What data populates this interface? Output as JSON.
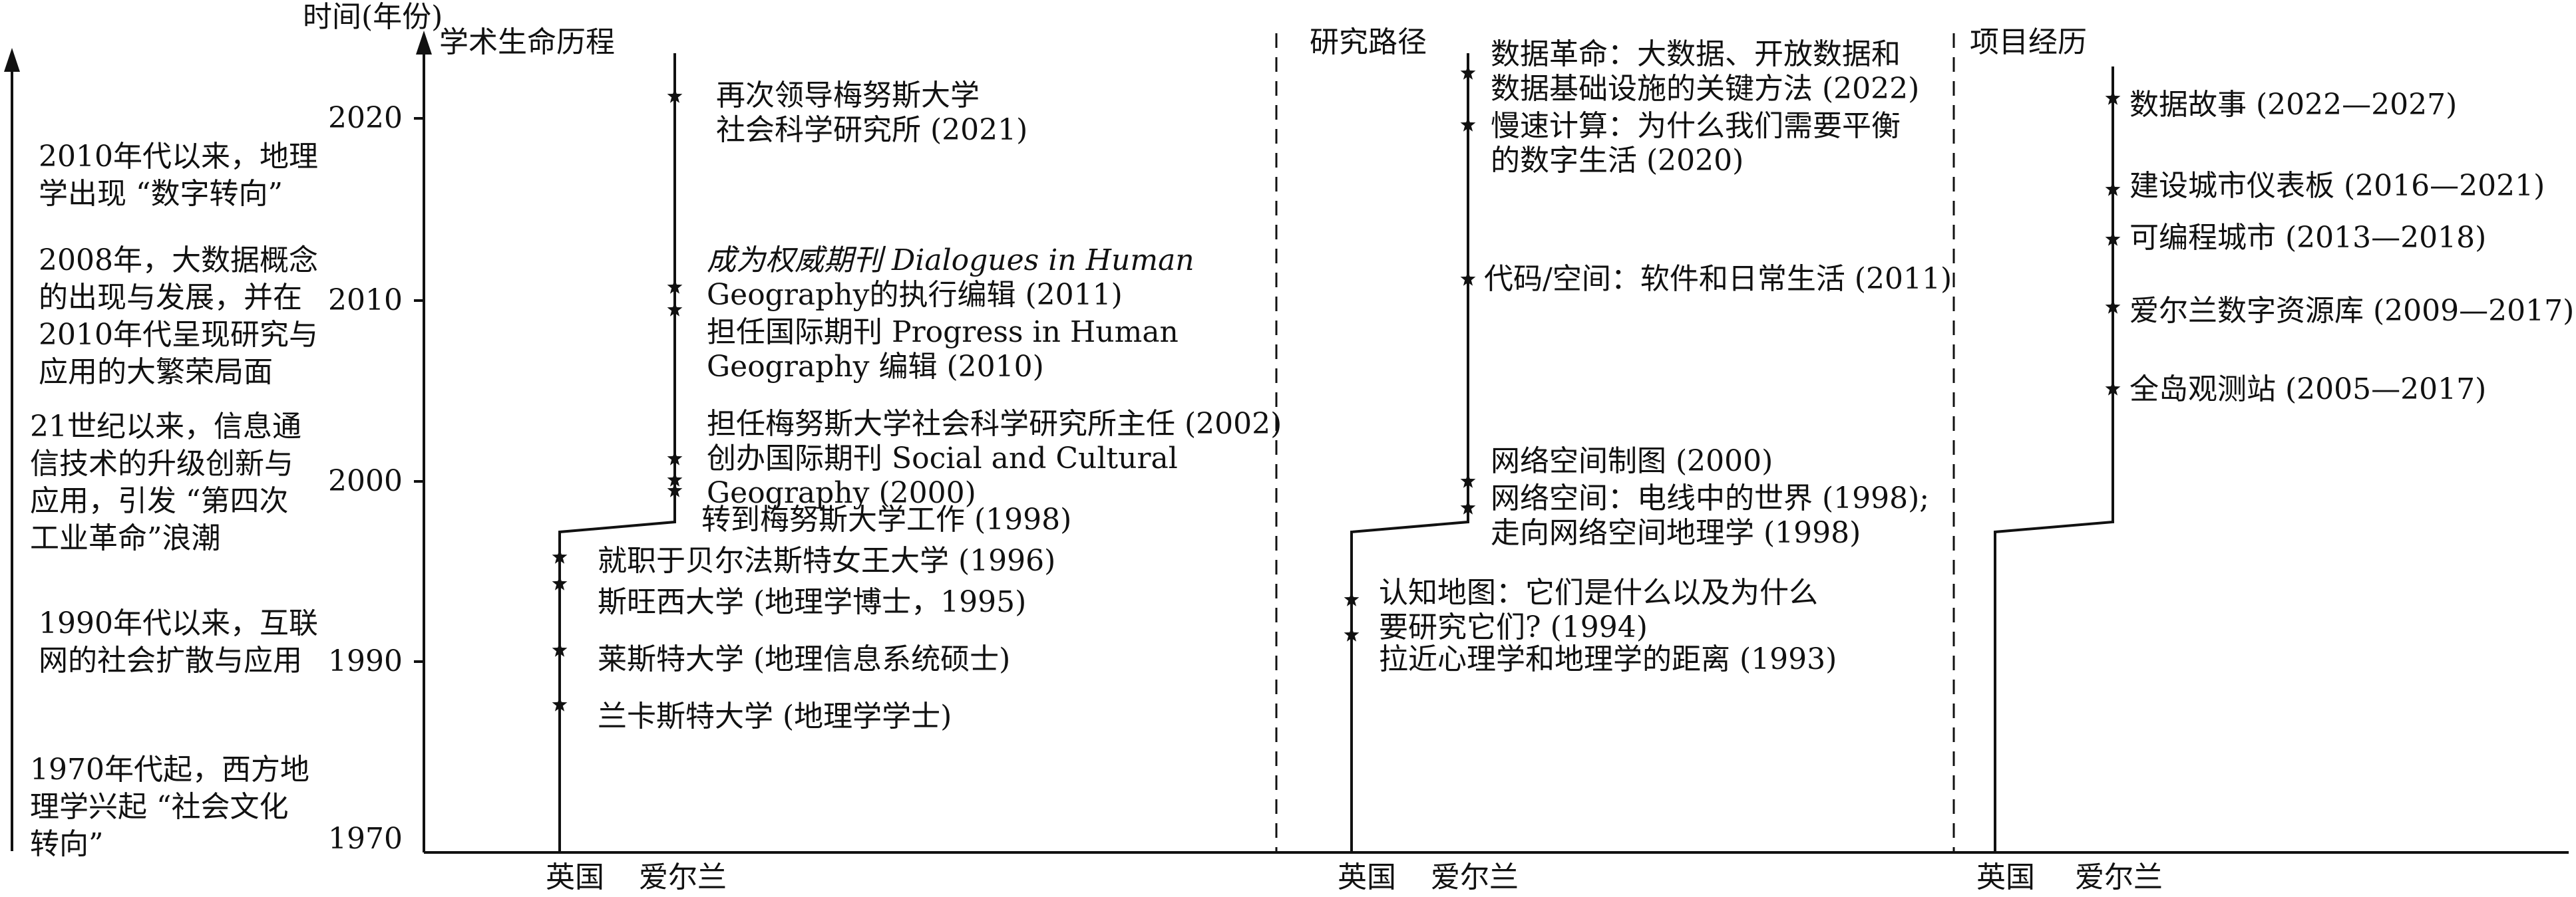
{
  "axis": {
    "title": "时间(年份)",
    "ticks": [
      "2020",
      "2010",
      "2000",
      "1990",
      "1970"
    ]
  },
  "context": [
    [
      "2010年代以来，地理",
      "学出现 “数字转向”"
    ],
    [
      "2008年，大数据概念",
      "的出现与发展，并在",
      "2010年代呈现研究与",
      "应用的大繁荣局面"
    ],
    [
      "21世纪以来，信息通",
      "信技术的升级创新与",
      "应用，引发 “第四次",
      "工业革命”浪潮"
    ],
    [
      "1990年代以来，互联",
      "网的社会扩散与应用"
    ],
    [
      "1970年代起，西方地",
      "理学兴起 “社会文化",
      "转向”"
    ]
  ],
  "panels": [
    {
      "title": "学术生命历程",
      "countries": [
        "英国",
        "爱尔兰"
      ],
      "events": [
        [
          "再次领导梅努斯大学",
          "社会科学研究所 (2021)"
        ],
        [
          "成为权威期刊 Dialogues in Human",
          "Geography的执行编辑 (2011)"
        ],
        [
          "担任国际期刊 Progress in Human",
          "Geography 编辑 (2010)"
        ],
        [
          "担任梅努斯大学社会科学研究所主任 (2002)"
        ],
        [
          "创办国际期刊 Social and Cultural",
          "Geography (2000)"
        ],
        [
          "转到梅努斯大学工作 (1998)"
        ],
        [
          "就职于贝尔法斯特女王大学 (1996)"
        ],
        [
          "斯旺西大学 (地理学博士，1995)"
        ],
        [
          "莱斯特大学 (地理信息系统硕士)"
        ],
        [
          "兰卡斯特大学 (地理学学士)"
        ]
      ]
    },
    {
      "title": "研究路径",
      "countries": [
        "英国",
        "爱尔兰"
      ],
      "events": [
        [
          "数据革命：大数据、开放数据和",
          "数据基础设施的关键方法 (2022)"
        ],
        [
          "慢速计算：为什么我们需要平衡",
          "的数字生活 (2020)"
        ],
        [
          "代码/空间：软件和日常生活 (2011)"
        ],
        [
          "网络空间制图 (2000)"
        ],
        [
          "网络空间：电线中的世界 (1998);",
          "走向网络空间地理学 (1998)"
        ],
        [
          "认知地图：它们是什么以及为什么",
          "要研究它们? (1994)"
        ],
        [
          "拉近心理学和地理学的距离 (1993)"
        ]
      ]
    },
    {
      "title": "项目经历",
      "countries": [
        "英国",
        "爱尔兰"
      ],
      "events": [
        [
          "数据故事 (2022—2027)"
        ],
        [
          "建设城市仪表板 (2016—2021)"
        ],
        [
          "可编程城市 (2013—2018)"
        ],
        [
          "爱尔兰数字资源库 (2009—2017)"
        ],
        [
          "全岛观测站 (2005—2017)"
        ]
      ]
    }
  ]
}
